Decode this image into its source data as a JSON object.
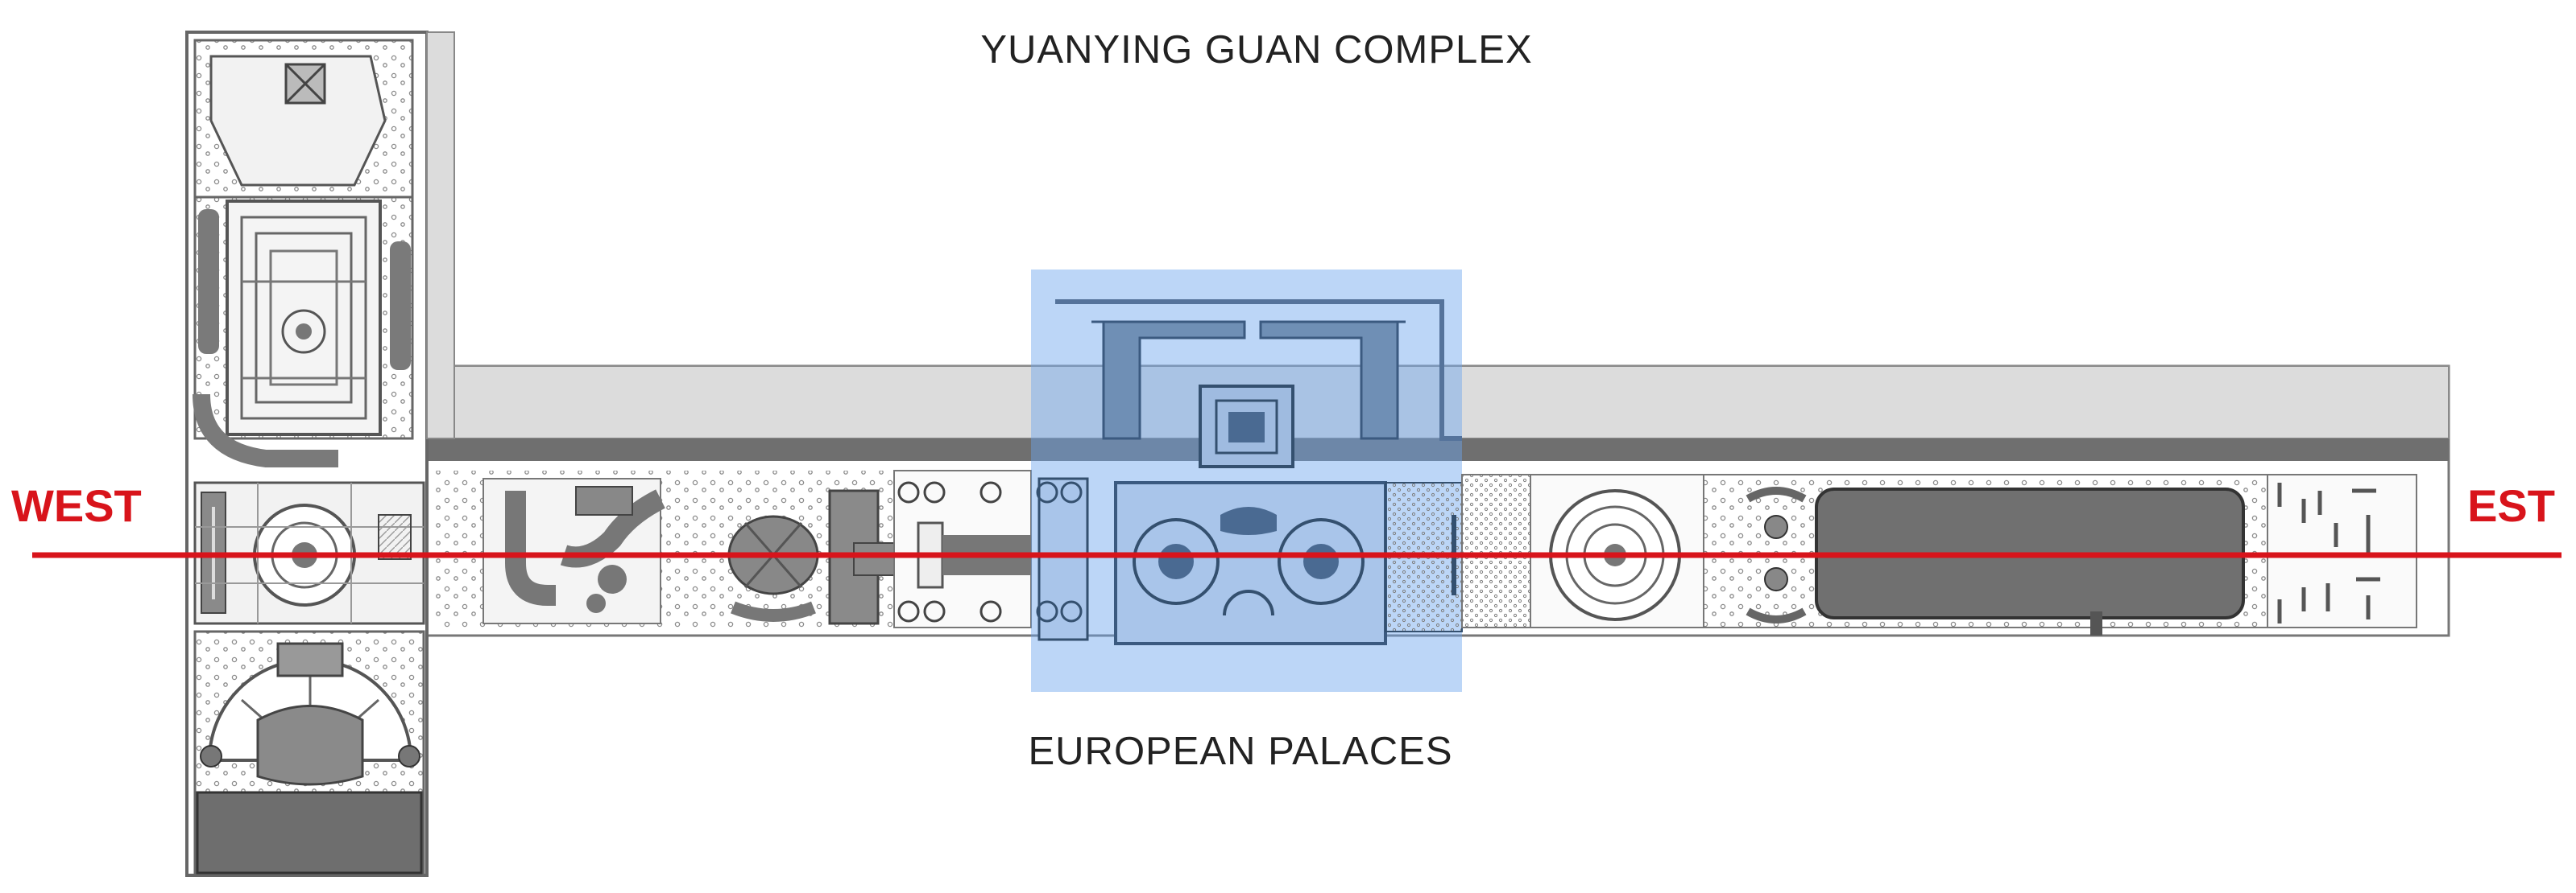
{
  "labels": {
    "top": "YUANYING GUAN COMPLEX",
    "bottom": "EUROPEAN PALACES",
    "west": "WEST",
    "east": "EST"
  },
  "colors": {
    "axis": "#d8141b",
    "highlight": "#6aa4ee",
    "wall": "#7a7a7a",
    "paving": "#dcdcdc",
    "ink": "#555555"
  }
}
